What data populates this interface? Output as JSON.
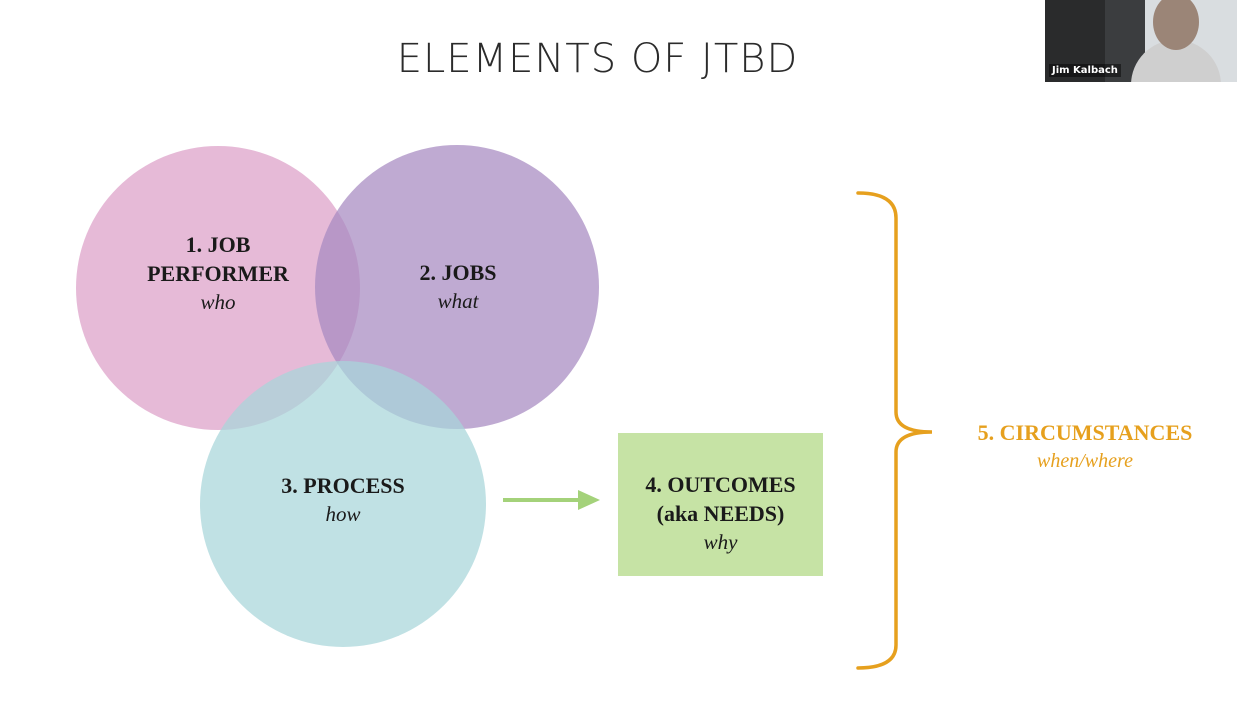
{
  "title": "ELEMENTS OF JTBD",
  "elements": {
    "job_performer": {
      "name_line1": "1. JOB",
      "name_line2": "PERFORMER",
      "sub": "who"
    },
    "jobs": {
      "name": "2. JOBS",
      "sub": "what"
    },
    "process": {
      "name": "3. PROCESS",
      "sub": "how"
    },
    "outcomes": {
      "name_line1": "4. OUTCOMES",
      "name_line2": "(aka NEEDS)",
      "sub": "why"
    },
    "circumstances": {
      "name": "5. CIRCUMSTANCES",
      "sub": "when/where"
    }
  },
  "video": {
    "participant_name": "Jim Kalbach"
  },
  "colors": {
    "job_performer_fill": "#dd9fc8",
    "jobs_fill": "#a689c1",
    "process_fill": "#a7d6d9",
    "outcomes_fill": "#c6e3a5",
    "arrow": "#a4d27a",
    "circumstances": "#e6a01e",
    "title": "#2b2b2b"
  }
}
